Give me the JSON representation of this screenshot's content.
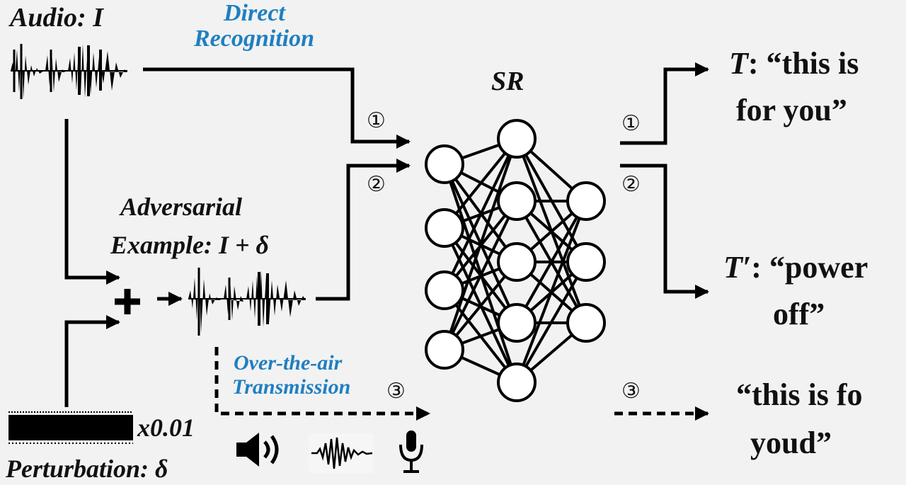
{
  "labels": {
    "audio": "Audio: I",
    "direct_recognition_line1": "Direct",
    "direct_recognition_line2": "Recognition",
    "sr": "SR",
    "adversarial_line1": "Adversarial",
    "adversarial_line2": "Example: I + δ",
    "over_the_air_line1": "Over-the-air",
    "over_the_air_line2": "Transmission",
    "scale": "x0.01",
    "perturbation": "Perturbation: δ",
    "plus": "+"
  },
  "paths": {
    "one": "①",
    "two": "②",
    "three": "③"
  },
  "outputs": {
    "t_var": "T",
    "t_line1": ": “this is",
    "t_line2": "for you”",
    "tp_var": "T′",
    "tp_line1": ": “power",
    "tp_line2": "off”",
    "o3_line1": "“this is fo",
    "o3_line2": "youd”"
  },
  "icons": [
    "speaker-icon",
    "sound-wave-icon",
    "microphone-icon"
  ],
  "colors": {
    "accent": "#1f7fc1",
    "ink": "#000000",
    "background": "#f2f2f2"
  }
}
